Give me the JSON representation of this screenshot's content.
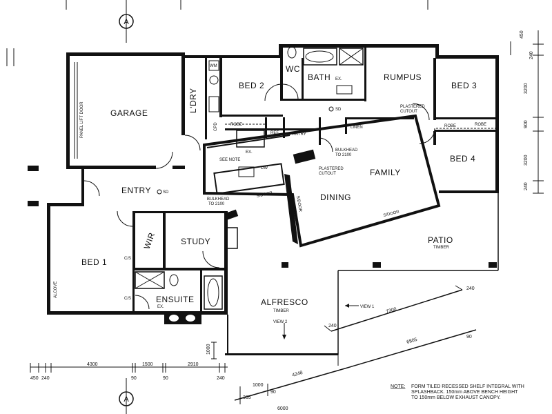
{
  "rooms": {
    "garage": "GARAGE",
    "laundry": "L'DRY",
    "bed2": "BED 2",
    "wc": "WC",
    "bath": "BATH",
    "bath_suffix": "EX.",
    "rumpus": "RUMPUS",
    "bed3": "BED 3",
    "bed4": "BED 4",
    "family": "FAMILY",
    "dining": "DINING",
    "entry": "ENTRY",
    "study": "STUDY",
    "bed1": "BED 1",
    "wir": "WIR",
    "ensuite": "ENSUITE",
    "ensuite_suffix": "EX.",
    "patio": "PATIO",
    "patio_sub": "TIMBER",
    "alfresco": "ALFRESCO",
    "alfresco_sub": "TIMBER"
  },
  "labels": {
    "panel_lift_door": "PANEL LIFT DOOR",
    "cpd": "CPD",
    "robe_bed2": "ROBE",
    "ref": "REF",
    "pantry": "PANTRY",
    "linen": "LINEN",
    "robe_bed3": "ROBE",
    "robe_bed3b": "ROBE",
    "ex": "EX.",
    "see_note": "SEE NOTE",
    "dw": "DW",
    "bulkhead_a": "BULKHEAD",
    "bulkhead_a2": "TO 2100",
    "plastered_cutout_a": "PLASTERED",
    "plastered_cutout_a2": "CUTOUT",
    "plastered_cutout_b": "PLASTERED",
    "plastered_cutout_b2": "CUTOUT",
    "bulkhead_b": "BULKHEAD",
    "bulkhead_b2": "TO 2100",
    "sd_door_1": "S/DOOR",
    "sd_door_2": "S/DOOR",
    "sd_door_3": "S/DOOR",
    "sd_hall": "SD",
    "sd_entry": "SD",
    "cs_1": "C/S",
    "cs_2": "C/S",
    "alcove": "ALCOVE",
    "view_1": "VIEW 1",
    "view_2": "VIEW 2",
    "wm": "WM"
  },
  "section_markers": {
    "top": "A",
    "bottom": "A"
  },
  "dimensions": {
    "bottom_row": [
      "450",
      "240",
      "4300",
      "90",
      "1500",
      "90",
      "2910",
      "240"
    ],
    "bottom_row_lower": [
      "365",
      "1000",
      "90",
      "4248",
      "6000"
    ],
    "right_col": [
      "450",
      "240",
      "3200",
      "900",
      "3200",
      "240"
    ],
    "alfresco_dims": [
      "240",
      "7300",
      "240",
      "6805",
      "90"
    ],
    "left_1000": "1000"
  },
  "note": {
    "heading": "NOTE:",
    "line1": "FORM TILED RECESSED SHELF INTEGRAL WITH",
    "line2": "SPLASHBACK. 150mm ABOVE BENCH HEIGHT",
    "line3": "TO 150mm BELOW EXHAUST CANOPY."
  }
}
